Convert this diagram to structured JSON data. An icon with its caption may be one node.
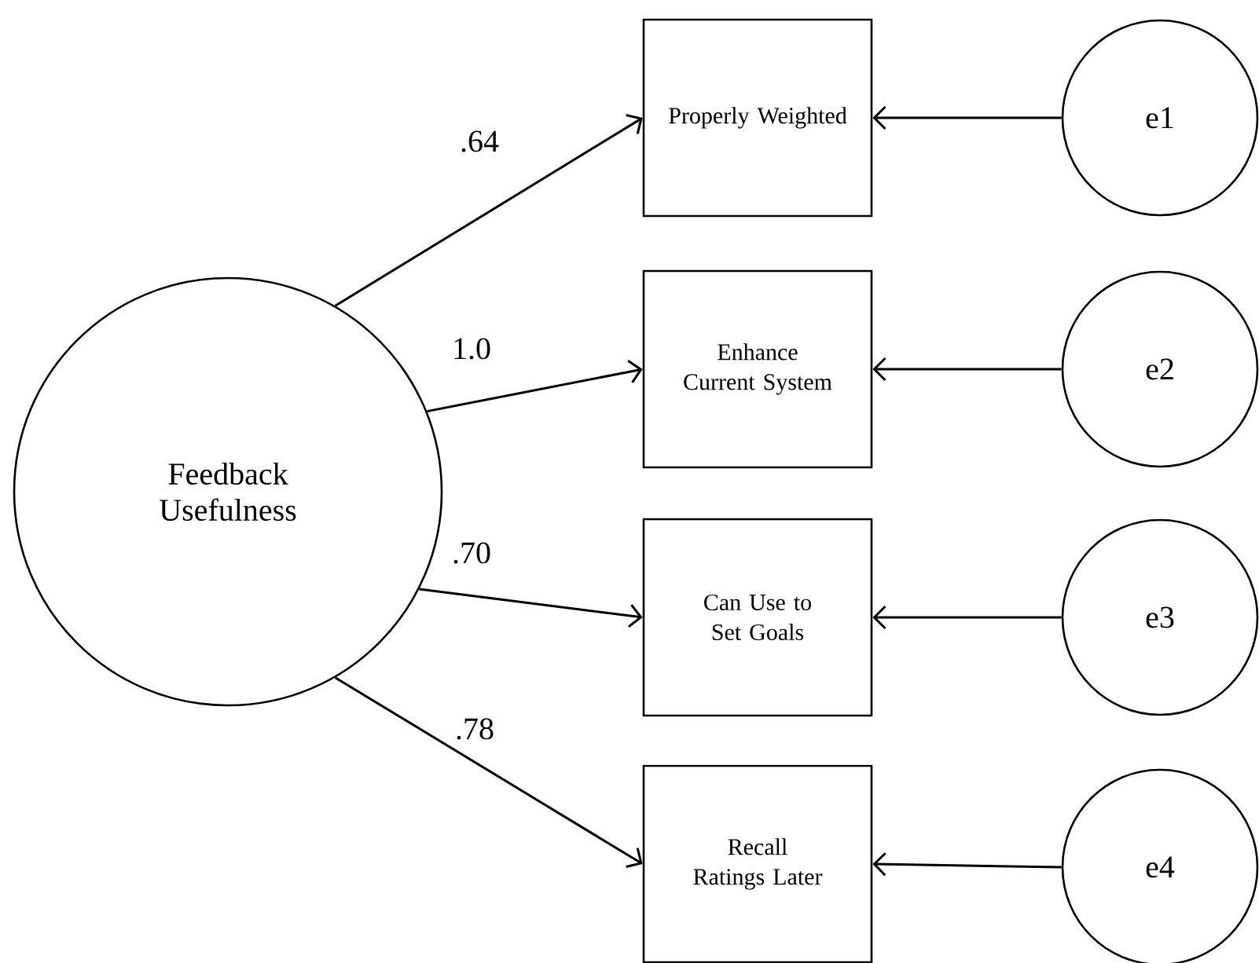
{
  "diagram": {
    "nodes": [
      {
        "text": [
          "Feedback Usefulness"
        ]
      },
      {
        "text": [
          "Properly Weighted"
        ]
      },
      {
        "text": [
          "Enhance Current System"
        ]
      },
      {
        "text": [
          "Can Use to Set Goals"
        ]
      },
      {
        "text": [
          "Recall Ratings Later"
        ]
      },
      {
        "text": [
          "e1"
        ]
      },
      {
        "text": [
          "e2"
        ]
      },
      {
        "text": [
          "e3"
        ]
      },
      {
        "text": [
          "e4"
        ]
      }
    ],
    "edges": [
      {
        "from": 0,
        "to": 1,
        "arrow": "to",
        "label": ".64"
      },
      {
        "from": 0,
        "to": 2,
        "arrow": "to",
        "label": "1.0"
      },
      {
        "from": 0,
        "to": 3,
        "arrow": "to",
        "label": ".70"
      },
      {
        "from": 0,
        "to": 4,
        "arrow": "to",
        "label": ".78"
      },
      {
        "from": 5,
        "to": 1,
        "arrow": "to"
      },
      {
        "from": 6,
        "to": 2,
        "arrow": "to"
      },
      {
        "from": 7,
        "to": 3,
        "arrow": "to"
      },
      {
        "from": 8,
        "to": 4,
        "arrow": "to"
      }
    ]
  }
}
